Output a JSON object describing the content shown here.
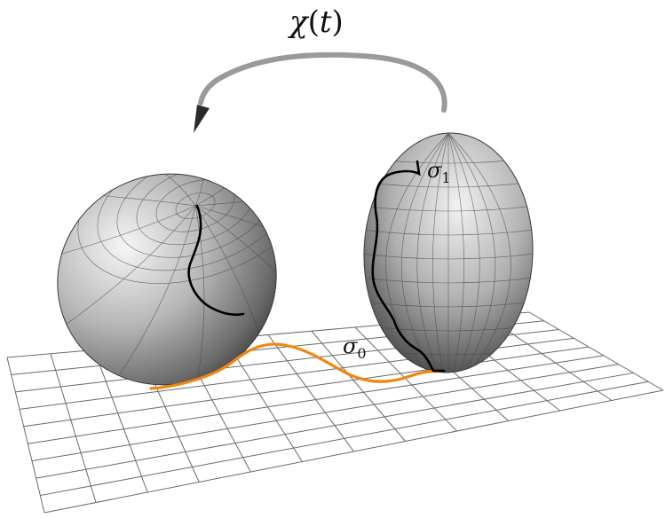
{
  "labels": {
    "chi_symbol": "χ",
    "chi_arg": "(",
    "chi_var": "t",
    "chi_close": ")",
    "sigma0_base": "σ",
    "sigma0_sub": "0",
    "sigma1_base": "σ",
    "sigma1_sub": "1"
  },
  "colors": {
    "arrow": "#9a9a9a",
    "arrow_head": "#222222",
    "path_sigma0": "#f0860f",
    "path_sigma1": "#000000",
    "ellipsoid_light": "#f4f4f4",
    "ellipsoid_mid": "#9a9a9a",
    "ellipsoid_dark": "#2e2e2e",
    "grid": "#666666"
  },
  "icons": {
    "rotation_arrow": "curved-arrow-icon"
  }
}
